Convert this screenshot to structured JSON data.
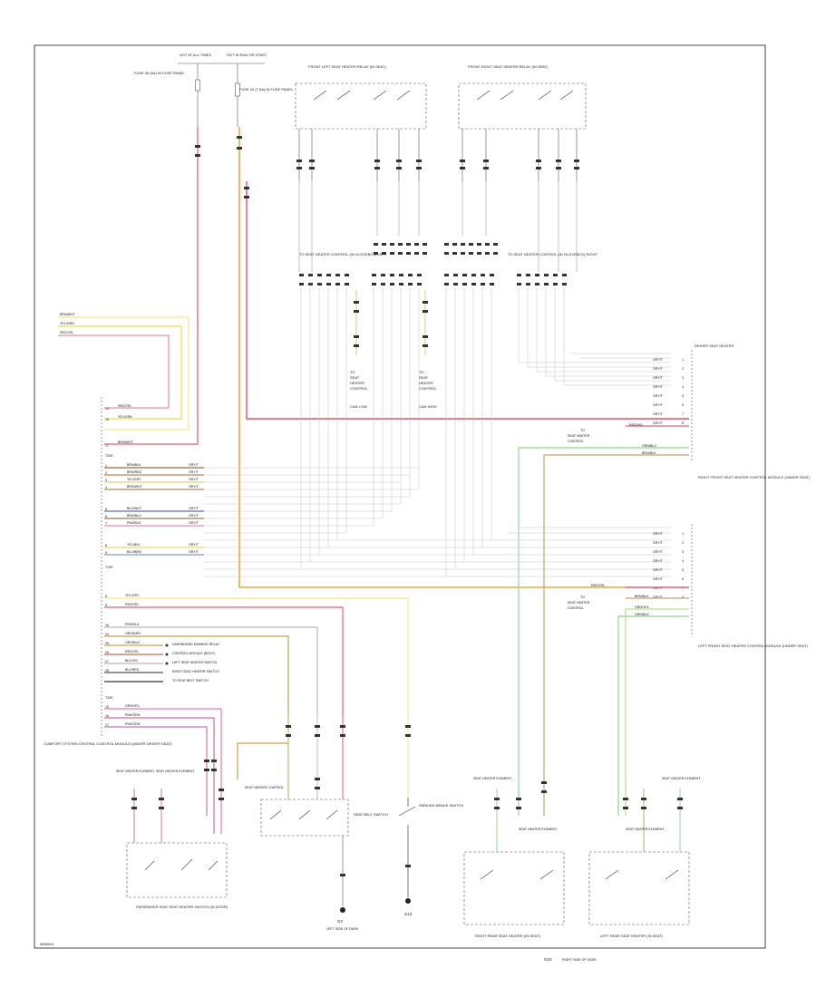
{
  "diagram": {
    "page_id": "5896041",
    "top_feeds": [
      {
        "label": "HOT AT ALL TIMES"
      },
      {
        "label": "HOT IN RUN OR START"
      }
    ],
    "fuse_left": {
      "label": "FUSE 36 (5A) IN FUSE PANEL"
    },
    "fuse_right": {
      "label": "FUSE 44 (7.5A) IN FUSE PANEL"
    },
    "heater_relay_left": {
      "label": "FRONT LEFT SEAT HEATER RELAY (IN SEAT)"
    },
    "heater_relay_right": {
      "label": "FRONT RIGHT SEAT HEATER RELAY (IN SEAT)"
    },
    "gearbox_left": {
      "label": "TO SEAT HEATER CONTROL (IN GLOVEBOX) LEFT"
    },
    "gearbox_right": {
      "label": "TO SEAT HEATER CONTROL (IN GLOVEBOX) RIGHT"
    },
    "can_labels": [
      {
        "label": "CAN LOW"
      },
      {
        "label": "CAN HIGH"
      }
    ],
    "top_wires": [
      {
        "code": "BRN/WHT",
        "color": "#8b5a2b"
      },
      {
        "code": "YEL/GRN",
        "color": "#e6e05a"
      },
      {
        "code": "RED/YEL",
        "color": "#f08080"
      }
    ],
    "module_group1": [
      {
        "pin": "13",
        "code": "RED/YEL"
      },
      {
        "pin": "15",
        "code": "YEL/GRN"
      },
      {
        "pin": "17",
        "code": "BRN/WHT"
      },
      {
        "pin": "T20E",
        "code": ""
      }
    ],
    "module_group2": [
      {
        "pin": "1",
        "code": "BRN/BLK",
        "tail": "GRY/T"
      },
      {
        "pin": "2",
        "code": "BRN/RED",
        "tail": "GRY/T"
      },
      {
        "pin": "3",
        "code": "YEL/GRY",
        "tail": "GRY/T"
      },
      {
        "pin": "4",
        "code": "BRN/WHT",
        "tail": "GRY/T"
      },
      {
        "pin": "5",
        "code": "BLU/WHT",
        "tail": "GRY/T"
      },
      {
        "pin": "6",
        "code": "BRN/BLU",
        "tail": "GRY/T"
      },
      {
        "pin": "7",
        "code": "PNK/BLK",
        "tail": "GRY/T"
      },
      {
        "pin": "8",
        "code": "YEL/BLK",
        "tail": "GRY/T"
      },
      {
        "pin": "9",
        "code": "BLU/BRN",
        "tail": "GRY/T"
      },
      {
        "pin": "T10E",
        "code": "",
        "tail": ""
      }
    ],
    "module_group3": [
      {
        "pin": "8",
        "code": "YEL/GRY"
      },
      {
        "pin": "9",
        "code": "RED/YEL"
      },
      {
        "pin": "16",
        "code": "PNK/BLU"
      },
      {
        "pin": "24",
        "code": "ORG/BRN"
      },
      {
        "pin": "25",
        "code": "ORG/BLK"
      },
      {
        "pin": "26",
        "code": "RED/YEL"
      },
      {
        "pin": "27",
        "code": "BLK/YEL"
      },
      {
        "pin": "28",
        "code": "BLK/RED"
      },
      {
        "pin": "T32E",
        "code": ""
      }
    ],
    "module_group4": [
      {
        "pin": "15",
        "code": "GRN/YEL"
      },
      {
        "pin": "16",
        "code": "PNK/GRN"
      },
      {
        "pin": "17",
        "code": "PNK/GRN"
      }
    ],
    "module_side_notes": [
      {
        "label": "DASHBOARD DIMMING RELAY"
      },
      {
        "label": "CONTROL MODULE (BODY)"
      },
      {
        "label": "LEFT SEAT HEATER SWITCH"
      },
      {
        "label": "RIGHT SEAT HEATER SWITCH"
      },
      {
        "label": "TO SEAT BELT SWITCH"
      }
    ],
    "module_name": {
      "label": "COMFORT SYSTEM CENTRAL CONTROL MODULE (UNDER DRIVER SEAT)"
    },
    "right_module_top": {
      "name": "RIGHT FRONT SEAT HEATER CONTROL MODULE (UNDER SEAT)",
      "header": "DRIVER SEAT HEATER",
      "pins": [
        "1",
        "2",
        "3",
        "4",
        "5",
        "6",
        "7",
        "8"
      ],
      "codes": [
        "GRY/T",
        "GRY/T",
        "GRY/T",
        "GRY/T",
        "GRY/T",
        "GRY/T",
        "GRY/T",
        "GRY/T"
      ],
      "wires": [
        {
          "code": "RED/YEL",
          "color": "#ef5b73"
        },
        {
          "code": "GRN/BLU",
          "color": "#8fd88f"
        },
        {
          "code": "BRN/BLK",
          "color": "#c8a070"
        }
      ],
      "notes": [
        "TO",
        "SEAT HEATER",
        "CONTROL"
      ]
    },
    "left_module_bottom": {
      "name": "LEFT FRONT SEAT HEATER CONTROL MODULE (UNDER SEAT)",
      "pins": [
        "1",
        "2",
        "3",
        "4",
        "5",
        "6",
        "7",
        "8"
      ],
      "codes": [
        "GRY/T",
        "GRY/T",
        "GRY/T",
        "GRY/T",
        "GRY/T",
        "GRY/T",
        "GRY/T",
        "GRY/T"
      ],
      "wires": [
        {
          "code": "RED/YEL",
          "color": "#ef5b73"
        },
        {
          "code": "BRN/BLK",
          "color": "#c8a070"
        },
        {
          "code": "GRN/YEL",
          "color": "#b6e08a"
        },
        {
          "code": "GRN/BLK",
          "color": "#8fd88f"
        }
      ],
      "notes": [
        "TO",
        "SEAT HEATER",
        "CONTROL"
      ]
    },
    "bottom_components": [
      {
        "label": "PASSENGER SIDE SEAT HEATER SWITCH (IN DOOR)"
      },
      {
        "label": "SEAT BELT SWITCH"
      },
      {
        "label": "PARKING BRAKE SWITCH"
      },
      {
        "label": "RIGHT REAR SEAT HEATER (IN SEAT)"
      },
      {
        "label": "LEFT REAR SEAT HEATER (IN SEAT)"
      }
    ],
    "heater_labels": [
      {
        "label": "SEAT HEATER ELEMENT"
      },
      {
        "label": "SEAT HEATER ELEMENT"
      },
      {
        "label": "SEAT HEATER ELEMENT"
      },
      {
        "label": "SEAT HEATER ELEMENT"
      },
      {
        "label": "SEAT HEATER ELEMENT"
      },
      {
        "label": "SEAT HEATER ELEMENT"
      }
    ],
    "grounds": [
      {
        "label": "G2"
      },
      {
        "label": "G15"
      },
      {
        "label": "G16"
      }
    ],
    "ground_notes": [
      {
        "label": "LEFT SIDE OF DASH"
      },
      {
        "label": "RIGHT SIDE OF DASH"
      }
    ],
    "mid_notes": [
      {
        "label": "TO",
        "sub": "SEAT",
        "sub2": "HEATER",
        "sub3": "CONTROL"
      },
      {
        "label": "TO",
        "sub": "SEAT",
        "sub2": "HEATER",
        "sub3": "CONTROL"
      }
    ],
    "bottom_sensor_tag": {
      "label": "SEAT HEATER CONTROL"
    }
  },
  "colors": {
    "pink": "#f07b8c",
    "red": "#e8475e",
    "orange": "#f4a340",
    "yellow": "#e8df4e",
    "light_yellow": "#efe98a",
    "green": "#7ccf6e",
    "blue": "#5a6ad8",
    "violet": "#a06ad0",
    "grey": "#b8b8b8",
    "brown": "#9a6b3a",
    "black": "#222222"
  }
}
